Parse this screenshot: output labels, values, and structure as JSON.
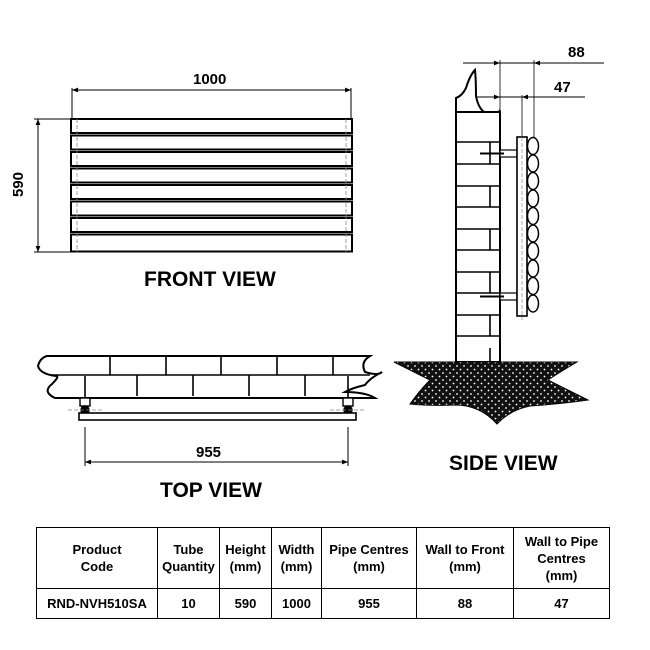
{
  "front_view": {
    "title": "FRONT VIEW",
    "width_dim": "1000",
    "height_dim": "590",
    "tube_rows": 8
  },
  "side_view": {
    "title": "SIDE VIEW",
    "wall_to_front_dim": "88",
    "wall_to_pipe_dim": "47",
    "tube_count": 10
  },
  "top_view": {
    "title": "TOP VIEW",
    "pipe_centres_dim": "955"
  },
  "spec_table": {
    "headers": [
      [
        "Product",
        "Code"
      ],
      [
        "Tube",
        "Quantity"
      ],
      [
        "Height",
        "(mm)"
      ],
      [
        "Width",
        "(mm)"
      ],
      [
        "Pipe Centres",
        "(mm)"
      ],
      [
        "Wall to Front",
        "(mm)"
      ],
      [
        "Wall to Pipe",
        "Centres",
        "(mm)"
      ]
    ],
    "rows": [
      [
        "RND-NVH510SA",
        "10",
        "590",
        "1000",
        "955",
        "88",
        "47"
      ]
    ]
  },
  "colors": {
    "line": "#000000",
    "background": "#ffffff"
  }
}
